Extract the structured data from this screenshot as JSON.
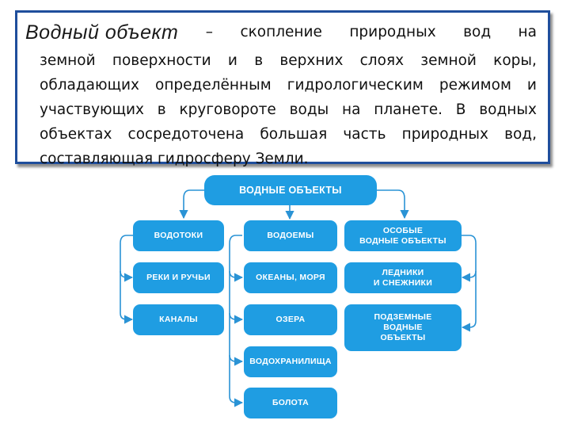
{
  "definition": {
    "term": "Водный объект",
    "lines": [
      [
        "–",
        "скопление",
        "природных",
        "вод",
        "на"
      ],
      [
        "земной",
        "поверхности",
        "и",
        "в",
        "верхних",
        "слоях",
        "земной",
        "коры,"
      ],
      [
        "обладающих",
        "определённым",
        "гидрологическим",
        "режимом",
        "и"
      ],
      [
        "участвующих",
        "в",
        "круговороте",
        "воды",
        "на",
        "планете.",
        "В",
        "водных"
      ],
      [
        "объектах",
        "сосредоточена",
        "большая",
        "часть",
        "природных",
        "вод,"
      ],
      [
        "составляющая",
        "гидросферу",
        "Земли."
      ]
    ]
  },
  "diagram": {
    "root": "ВОДНЫЕ ОБЪЕКТЫ",
    "columns": [
      {
        "header": "ВОДОТОКИ",
        "items": [
          "РЕКИ И РУЧЬИ",
          "КАНАЛЫ"
        ]
      },
      {
        "header": "ВОДОЕМЫ",
        "items": [
          "ОКЕАНЫ, МОРЯ",
          "ОЗЕРА",
          "ВОДОХРАНИЛИЩА",
          "БОЛОТА"
        ]
      },
      {
        "header": "ОСОБЫЕ\nВОДНЫЕ ОБЪЕКТЫ",
        "items": [
          "ЛЕДНИКИ\nИ СНЕЖНИКИ",
          "ПОДЗЕМНЫЕ\nВОДНЫЕ\nОБЪЕКТЫ"
        ]
      }
    ],
    "colors": {
      "node": "#1f9de2",
      "connector": "#2a93d5",
      "frame": "#1f4e9c"
    }
  }
}
